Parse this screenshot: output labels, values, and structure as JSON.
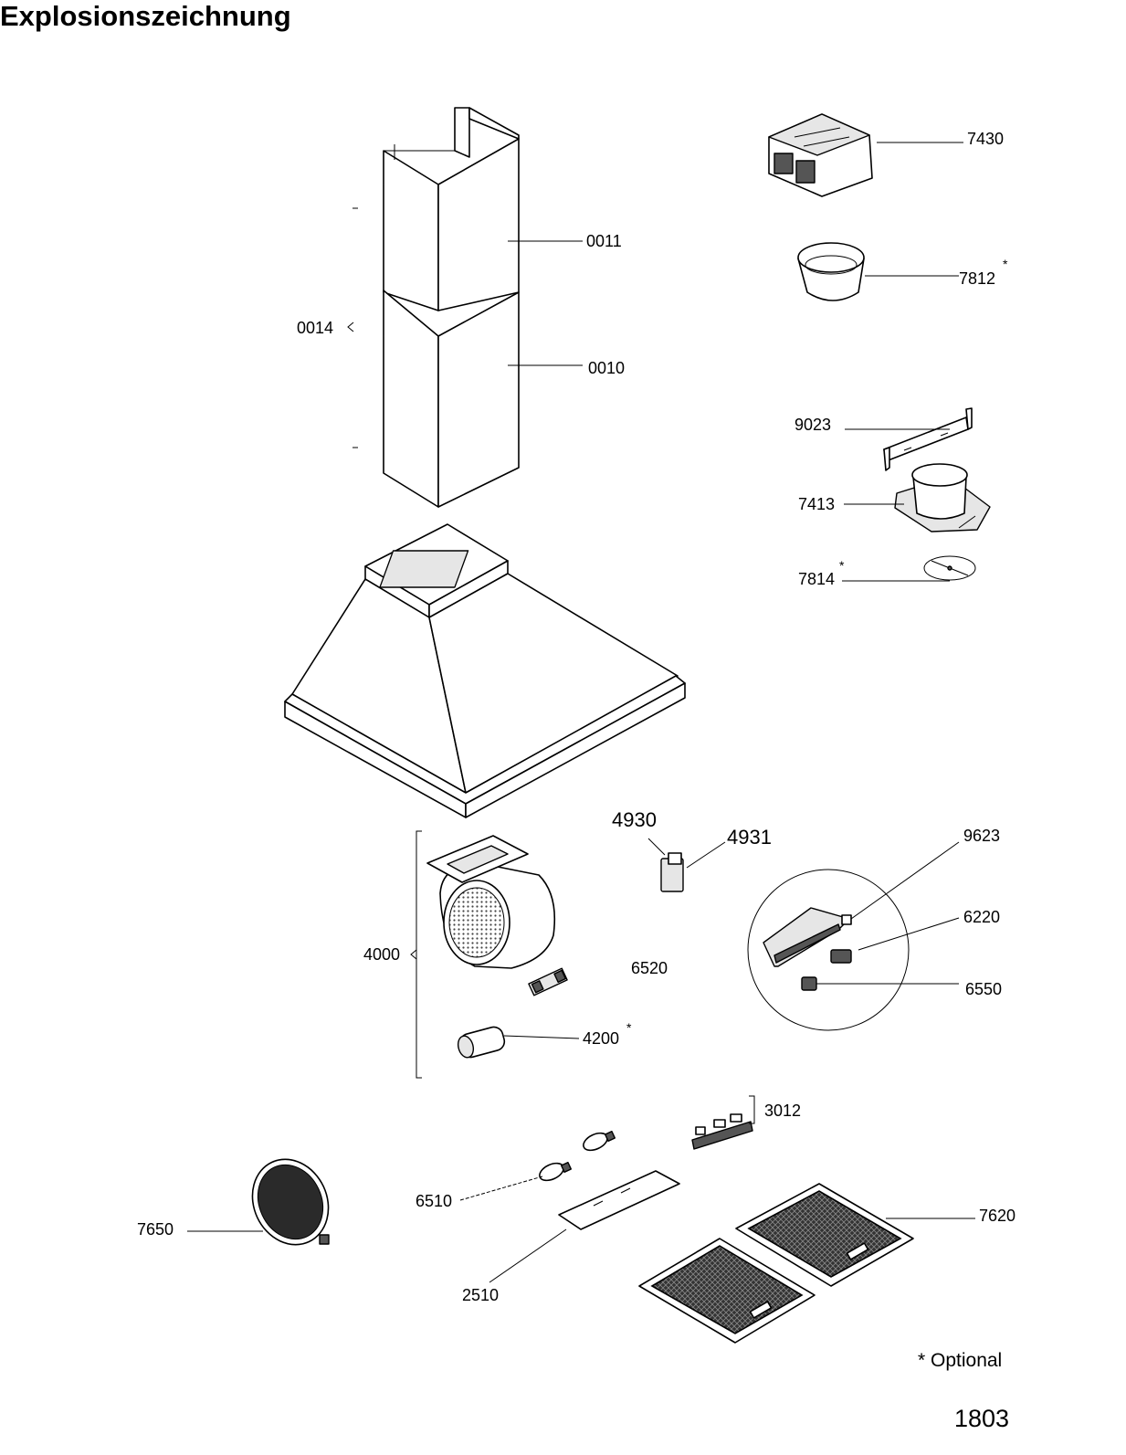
{
  "title": "Explosionszeichnung",
  "footnote": "* Optional",
  "page_code": "1803",
  "parts": {
    "p0011": "0011",
    "p0014": "0014",
    "p0010": "0010",
    "p7430": "7430",
    "p7812": "7812",
    "p9023": "9023",
    "p7413": "7413",
    "p7814": "7814",
    "p4930": "4930",
    "p4931": "4931",
    "p9623": "9623",
    "p6220": "6220",
    "p6550": "6550",
    "p4000": "4000",
    "p6520": "6520",
    "p4200": "4200",
    "p3012": "3012",
    "p6510": "6510",
    "p7620": "7620",
    "p7650": "7650",
    "p2510": "2510"
  },
  "optional_marker": "*"
}
